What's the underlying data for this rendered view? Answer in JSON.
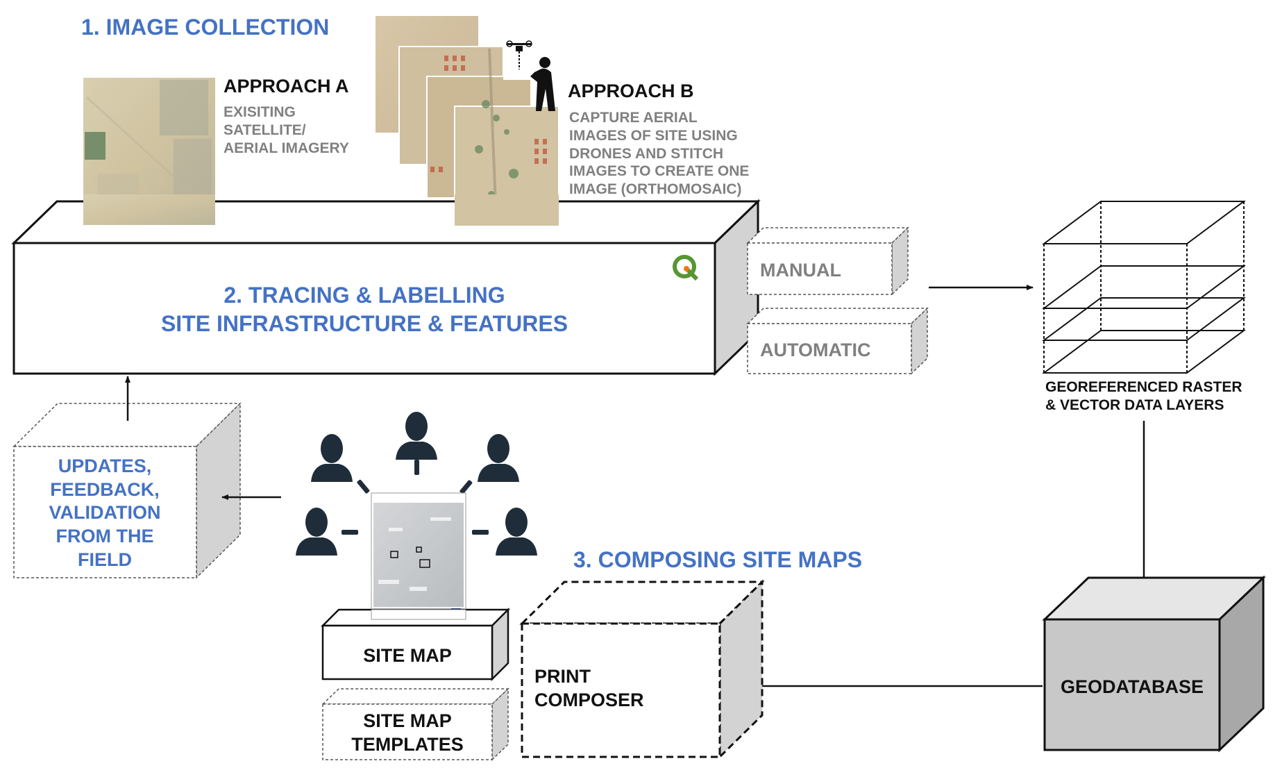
{
  "image_collection": {
    "title": "1. IMAGE COLLECTION",
    "approach_a": {
      "title": "APPROACH A",
      "lines": [
        "EXISITING",
        "SATELLITE/",
        "AERIAL IMAGERY"
      ]
    },
    "approach_b": {
      "title": "APPROACH B",
      "lines": [
        "CAPTURE AERIAL",
        "IMAGES OF SITE USING",
        "DRONES AND STITCH",
        "IMAGES TO CREATE ONE",
        "IMAGE (ORTHOMOSAIC)"
      ]
    }
  },
  "tracing": {
    "line1": "2. TRACING & LABELLING",
    "line2": "SITE INFRASTRUCTURE & FEATURES",
    "manual": "MANUAL",
    "automatic": "AUTOMATIC"
  },
  "layers": {
    "line1": "GEOREFERENCED RASTER",
    "line2": "& VECTOR DATA LAYERS"
  },
  "geodatabase": "GEODATABASE",
  "updates": {
    "lines": [
      "UPDATES,",
      "FEEDBACK,",
      "VALIDATION",
      "FROM THE",
      "FIELD"
    ]
  },
  "composing": {
    "title": "3. COMPOSING SITE MAPS",
    "print_composer": [
      "PRINT",
      "COMPOSER"
    ],
    "site_map": "SITE MAP",
    "site_map_templates": [
      "SITE MAP",
      "TEMPLATES"
    ]
  },
  "colors": {
    "section_title": "#4472C4",
    "description": "#808080",
    "box_side": "#D3D3D3",
    "geodatabase_fill": "#C8C8C8",
    "person": "#1F2D3A"
  },
  "icons": [
    "qgis-logo-icon",
    "drone-operator-icon",
    "person-icon"
  ]
}
